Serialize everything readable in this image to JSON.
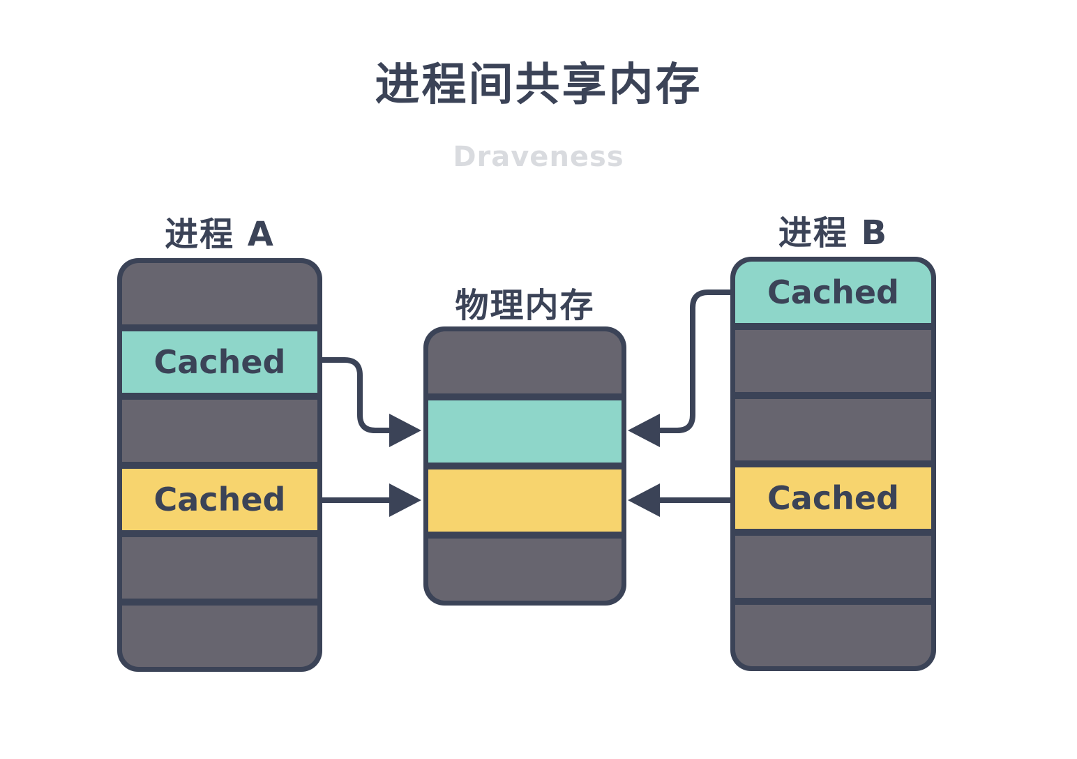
{
  "header": {
    "title": "进程间共享内存",
    "subtitle": "Draveness"
  },
  "colors": {
    "navy": "#3b4357",
    "gray": "#67656f",
    "teal": "#8ed6c9",
    "yellow": "#f7d46e",
    "subtitle_gray": "#d9dbdf",
    "background": "#ffffff"
  },
  "diagram": {
    "process_a": {
      "label": "进程 A",
      "segments": [
        {
          "type": "gray",
          "label": ""
        },
        {
          "type": "teal",
          "label": "Cached"
        },
        {
          "type": "gray",
          "label": ""
        },
        {
          "type": "yellow",
          "label": "Cached"
        },
        {
          "type": "gray",
          "label": ""
        },
        {
          "type": "gray",
          "label": ""
        }
      ]
    },
    "physical_memory": {
      "label": "物理内存",
      "segments": [
        {
          "type": "gray",
          "label": ""
        },
        {
          "type": "teal",
          "label": ""
        },
        {
          "type": "yellow",
          "label": ""
        },
        {
          "type": "gray",
          "label": ""
        }
      ]
    },
    "process_b": {
      "label": "进程 B",
      "segments": [
        {
          "type": "teal",
          "label": "Cached"
        },
        {
          "type": "gray",
          "label": ""
        },
        {
          "type": "gray",
          "label": ""
        },
        {
          "type": "yellow",
          "label": "Cached"
        },
        {
          "type": "gray",
          "label": ""
        },
        {
          "type": "gray",
          "label": ""
        }
      ]
    },
    "arrows": [
      {
        "from": "process_a.cached_teal",
        "to": "physical_memory.teal"
      },
      {
        "from": "process_a.cached_yellow",
        "to": "physical_memory.yellow"
      },
      {
        "from": "process_b.cached_teal",
        "to": "physical_memory.teal"
      },
      {
        "from": "process_b.cached_yellow",
        "to": "physical_memory.yellow"
      }
    ]
  }
}
